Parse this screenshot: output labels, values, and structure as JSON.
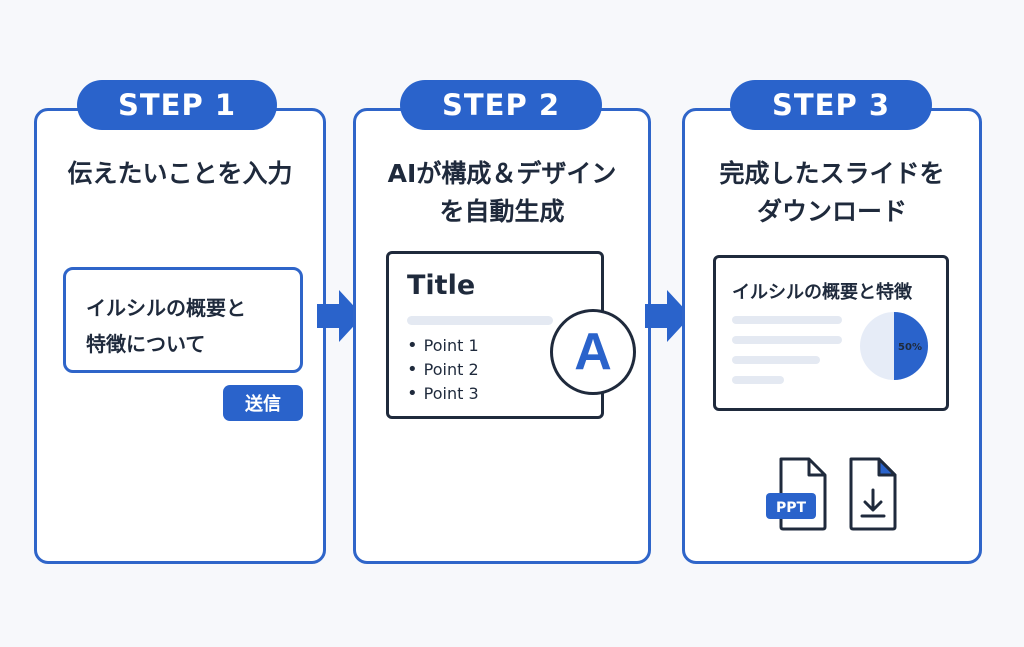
{
  "steps": [
    {
      "label": "STEP 1",
      "heading": [
        "伝えたいことを入力"
      ]
    },
    {
      "label": "STEP 2",
      "heading": [
        "AIが構成＆デザイン",
        "を自動生成"
      ]
    },
    {
      "label": "STEP 3",
      "heading": [
        "完成したスライドを",
        "ダウンロード"
      ]
    }
  ],
  "step1": {
    "input_lines": [
      "イルシルの概要と",
      "特徴について"
    ],
    "send_label": "送信"
  },
  "step2": {
    "slide_title": "Title",
    "points": [
      "Point 1",
      "Point 2",
      "Point 3"
    ],
    "badge": "A"
  },
  "step3": {
    "slide_title": "イルシルの概要と特徴",
    "pie_label": "50%",
    "pie_value_fraction": 0.5,
    "ppt_label": "PPT"
  },
  "colors": {
    "accent": "#2a63cb",
    "text": "#1f2a3c",
    "muted": "#e4e9f2"
  }
}
